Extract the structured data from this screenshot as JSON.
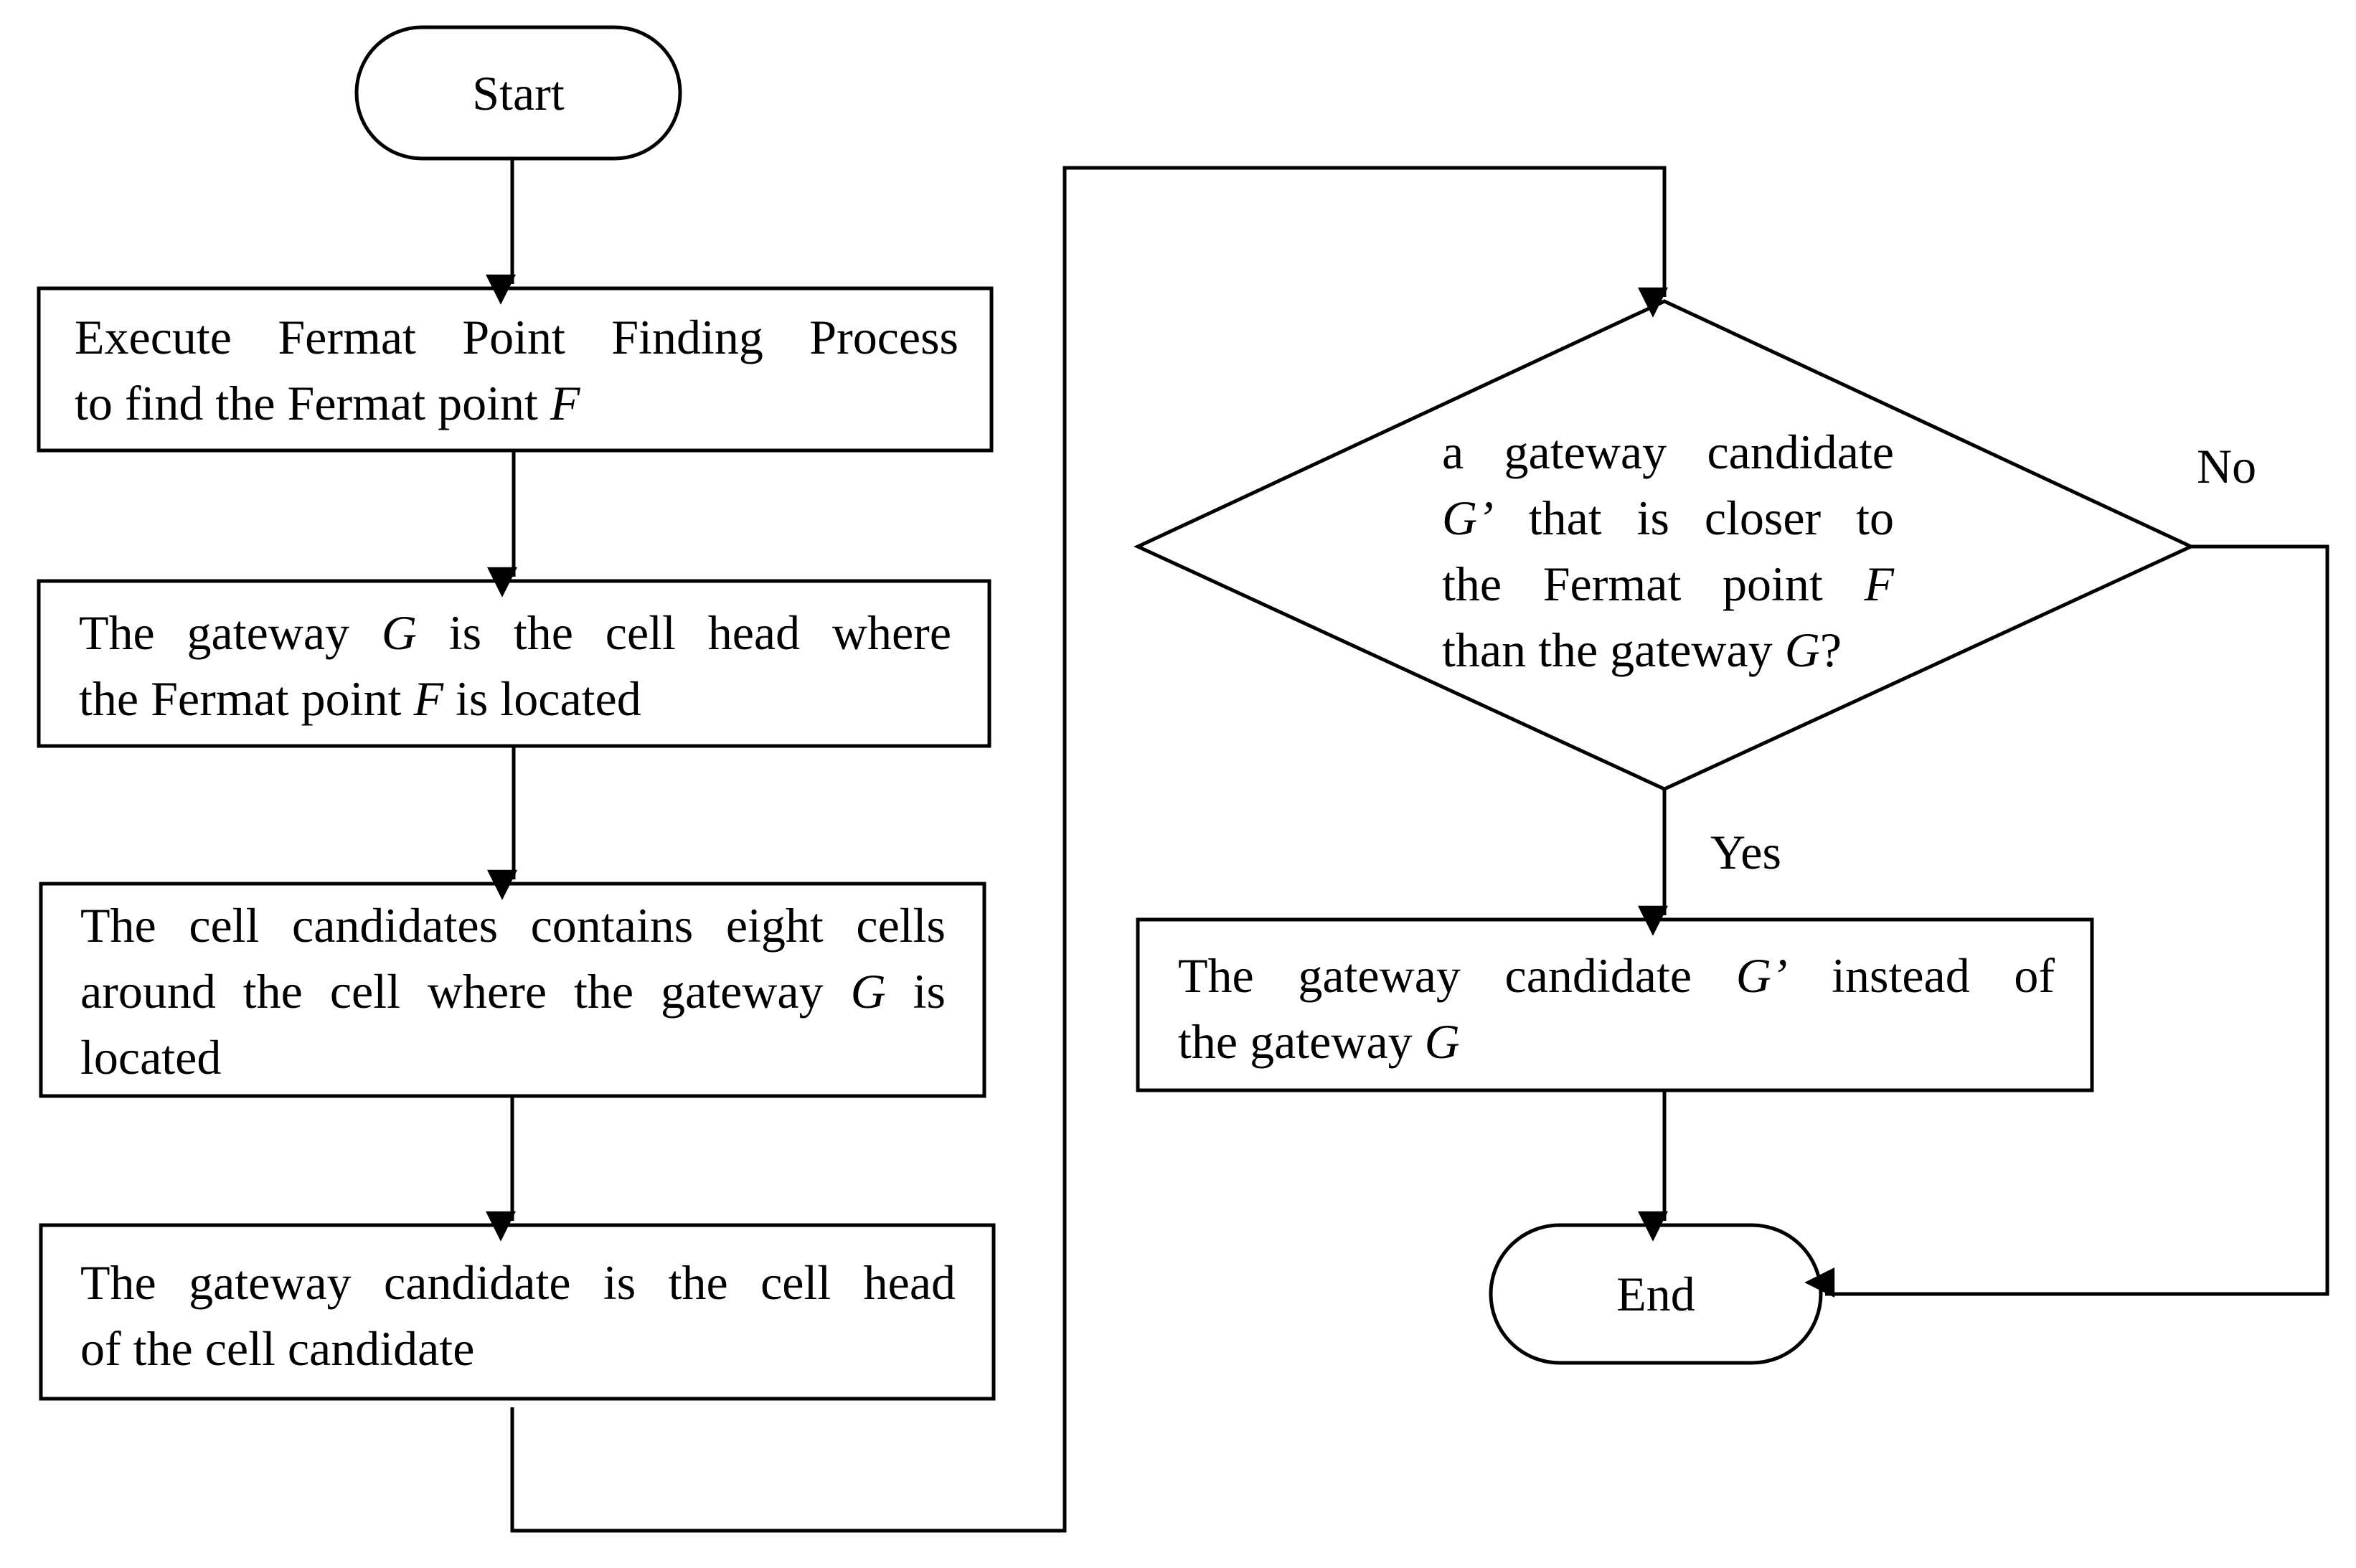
{
  "flowchart": {
    "start": {
      "label": "Start"
    },
    "step1": {
      "lines": [
        "Execute Fermat Point Finding Process",
        "to find the Fermat point"
      ],
      "var": "F"
    },
    "step2": {
      "line1": {
        "pre": "The gateway",
        "var": "G",
        "post": "is the cell head where"
      },
      "line2": {
        "pre": "the Fermat point",
        "var": "F",
        "post": "is located"
      }
    },
    "step3": {
      "line1": "The cell candidates contains eight cells",
      "line2": {
        "pre": "around the cell where the gateway",
        "var": "G",
        "post": "is"
      },
      "line3": "located"
    },
    "step4": {
      "lines": [
        "The gateway candidate is the cell head",
        "of the cell candidate"
      ]
    },
    "decision": {
      "line1": "a gateway candidate",
      "line2": {
        "var": "G’",
        "post": "that is closer to"
      },
      "line3": {
        "pre": "the Fermat point",
        "var": "F"
      },
      "line4": {
        "pre": "than the gateway",
        "var": "G",
        "post": "?"
      }
    },
    "step5": {
      "line1": {
        "pre": "The gateway candidate",
        "var": "G’",
        "post": "instead of"
      },
      "line2": {
        "pre": "the gateway",
        "var": "G"
      }
    },
    "end": {
      "label": "End"
    },
    "branches": {
      "yes": "Yes",
      "no": "No"
    }
  },
  "colors": {
    "stroke": "#000000",
    "fill": "#ffffff",
    "text": "#000000"
  }
}
